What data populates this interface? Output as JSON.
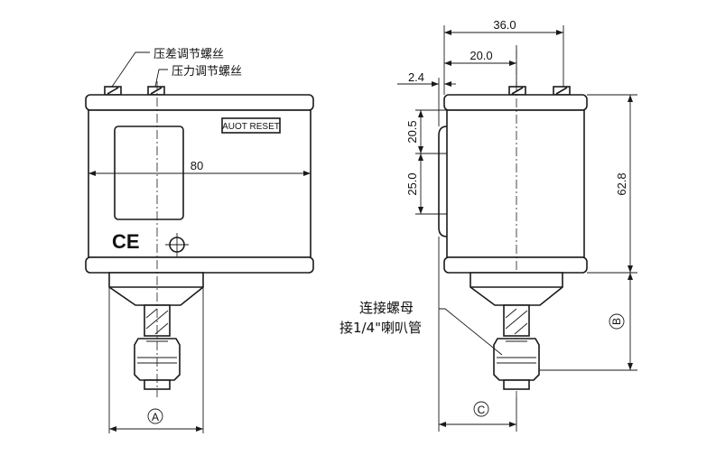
{
  "front_view": {
    "label_diff_screw": "压差调节螺丝",
    "label_pressure_screw": "压力调节螺丝",
    "reset_label": "AUOT RESET",
    "width_dim": "80",
    "ce_mark": "CE",
    "dim_a": "A"
  },
  "side_view": {
    "dim_36": "36.0",
    "dim_20": "20.0",
    "dim_2_4": "2.4",
    "dim_20_5": "20.5",
    "dim_25": "25.0",
    "dim_62_8": "62.8",
    "dim_b": "B",
    "dim_c": "C",
    "nut_label_1": "连接螺母",
    "nut_label_2": "接1/4\"喇叭管"
  }
}
